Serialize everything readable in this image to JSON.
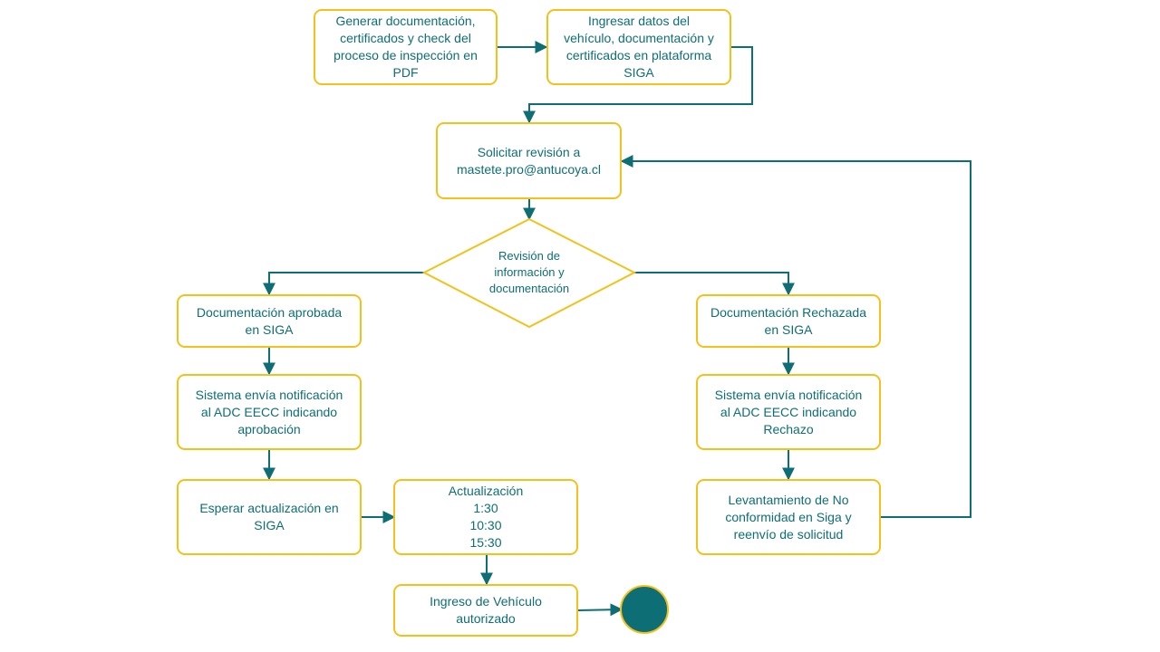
{
  "colors": {
    "border": "#f2c21b",
    "text": "#0e6e75",
    "connector": "#0e6e75",
    "end": "#0e6e75"
  },
  "nodes": {
    "generar": [
      "Generar documentación,",
      "certificados y check del",
      "proceso de inspección en",
      "PDF"
    ],
    "ingresar": [
      "Ingresar datos del",
      "vehículo, documentación y",
      "certificados en plataforma",
      "SIGA"
    ],
    "solicitar": [
      "Solicitar revisión a",
      "mastete.pro@antucoya.cl"
    ],
    "revision": [
      "Revisión de",
      "información y",
      "documentación"
    ],
    "aprobada": [
      "Documentación aprobada",
      "en SIGA"
    ],
    "notif_aprob": [
      "Sistema envía notificación",
      "al ADC EECC indicando",
      "aprobación"
    ],
    "esperar": [
      "Esperar actualización en",
      "SIGA"
    ],
    "actualizacion": [
      "Actualización",
      "1:30",
      "10:30",
      "15:30"
    ],
    "ingreso": [
      "Ingreso de Vehículo",
      "autorizado"
    ],
    "rechazada": [
      "Documentación Rechazada",
      "en SIGA"
    ],
    "notif_rech": [
      "Sistema envía notificación",
      "al ADC EECC indicando",
      "Rechazo"
    ],
    "levantamiento": [
      "Levantamiento de No",
      "conformidad en Siga y",
      "reenvío de solicitud"
    ]
  }
}
